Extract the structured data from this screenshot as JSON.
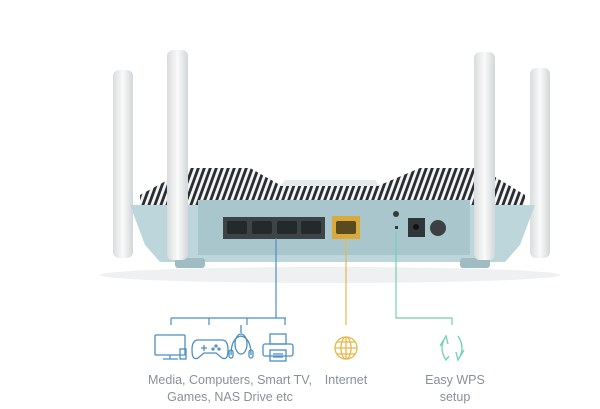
{
  "callouts": [
    {
      "label_line1": "Media, Computers, Smart TV,",
      "label_line2": "Games, NAS Drive etc",
      "color": "#4b8fc4",
      "icons": [
        "monitor-icon",
        "gamepad-icon",
        "mouse-headset-icon",
        "printer-icon"
      ]
    },
    {
      "label_line1": "Internet",
      "color": "#e8b64a",
      "icons": [
        "globe-icon"
      ]
    },
    {
      "label_line1": "Easy WPS",
      "label_line2": "setup",
      "color": "#6fd1b0",
      "icons": [
        "sync-arrows-icon"
      ]
    }
  ],
  "colors": {
    "housing": "#bcd6dc",
    "panel": "#a9c6cd",
    "lan": "#3c4448",
    "wan": "#d9a93a",
    "antenna": "#eef0f1"
  }
}
